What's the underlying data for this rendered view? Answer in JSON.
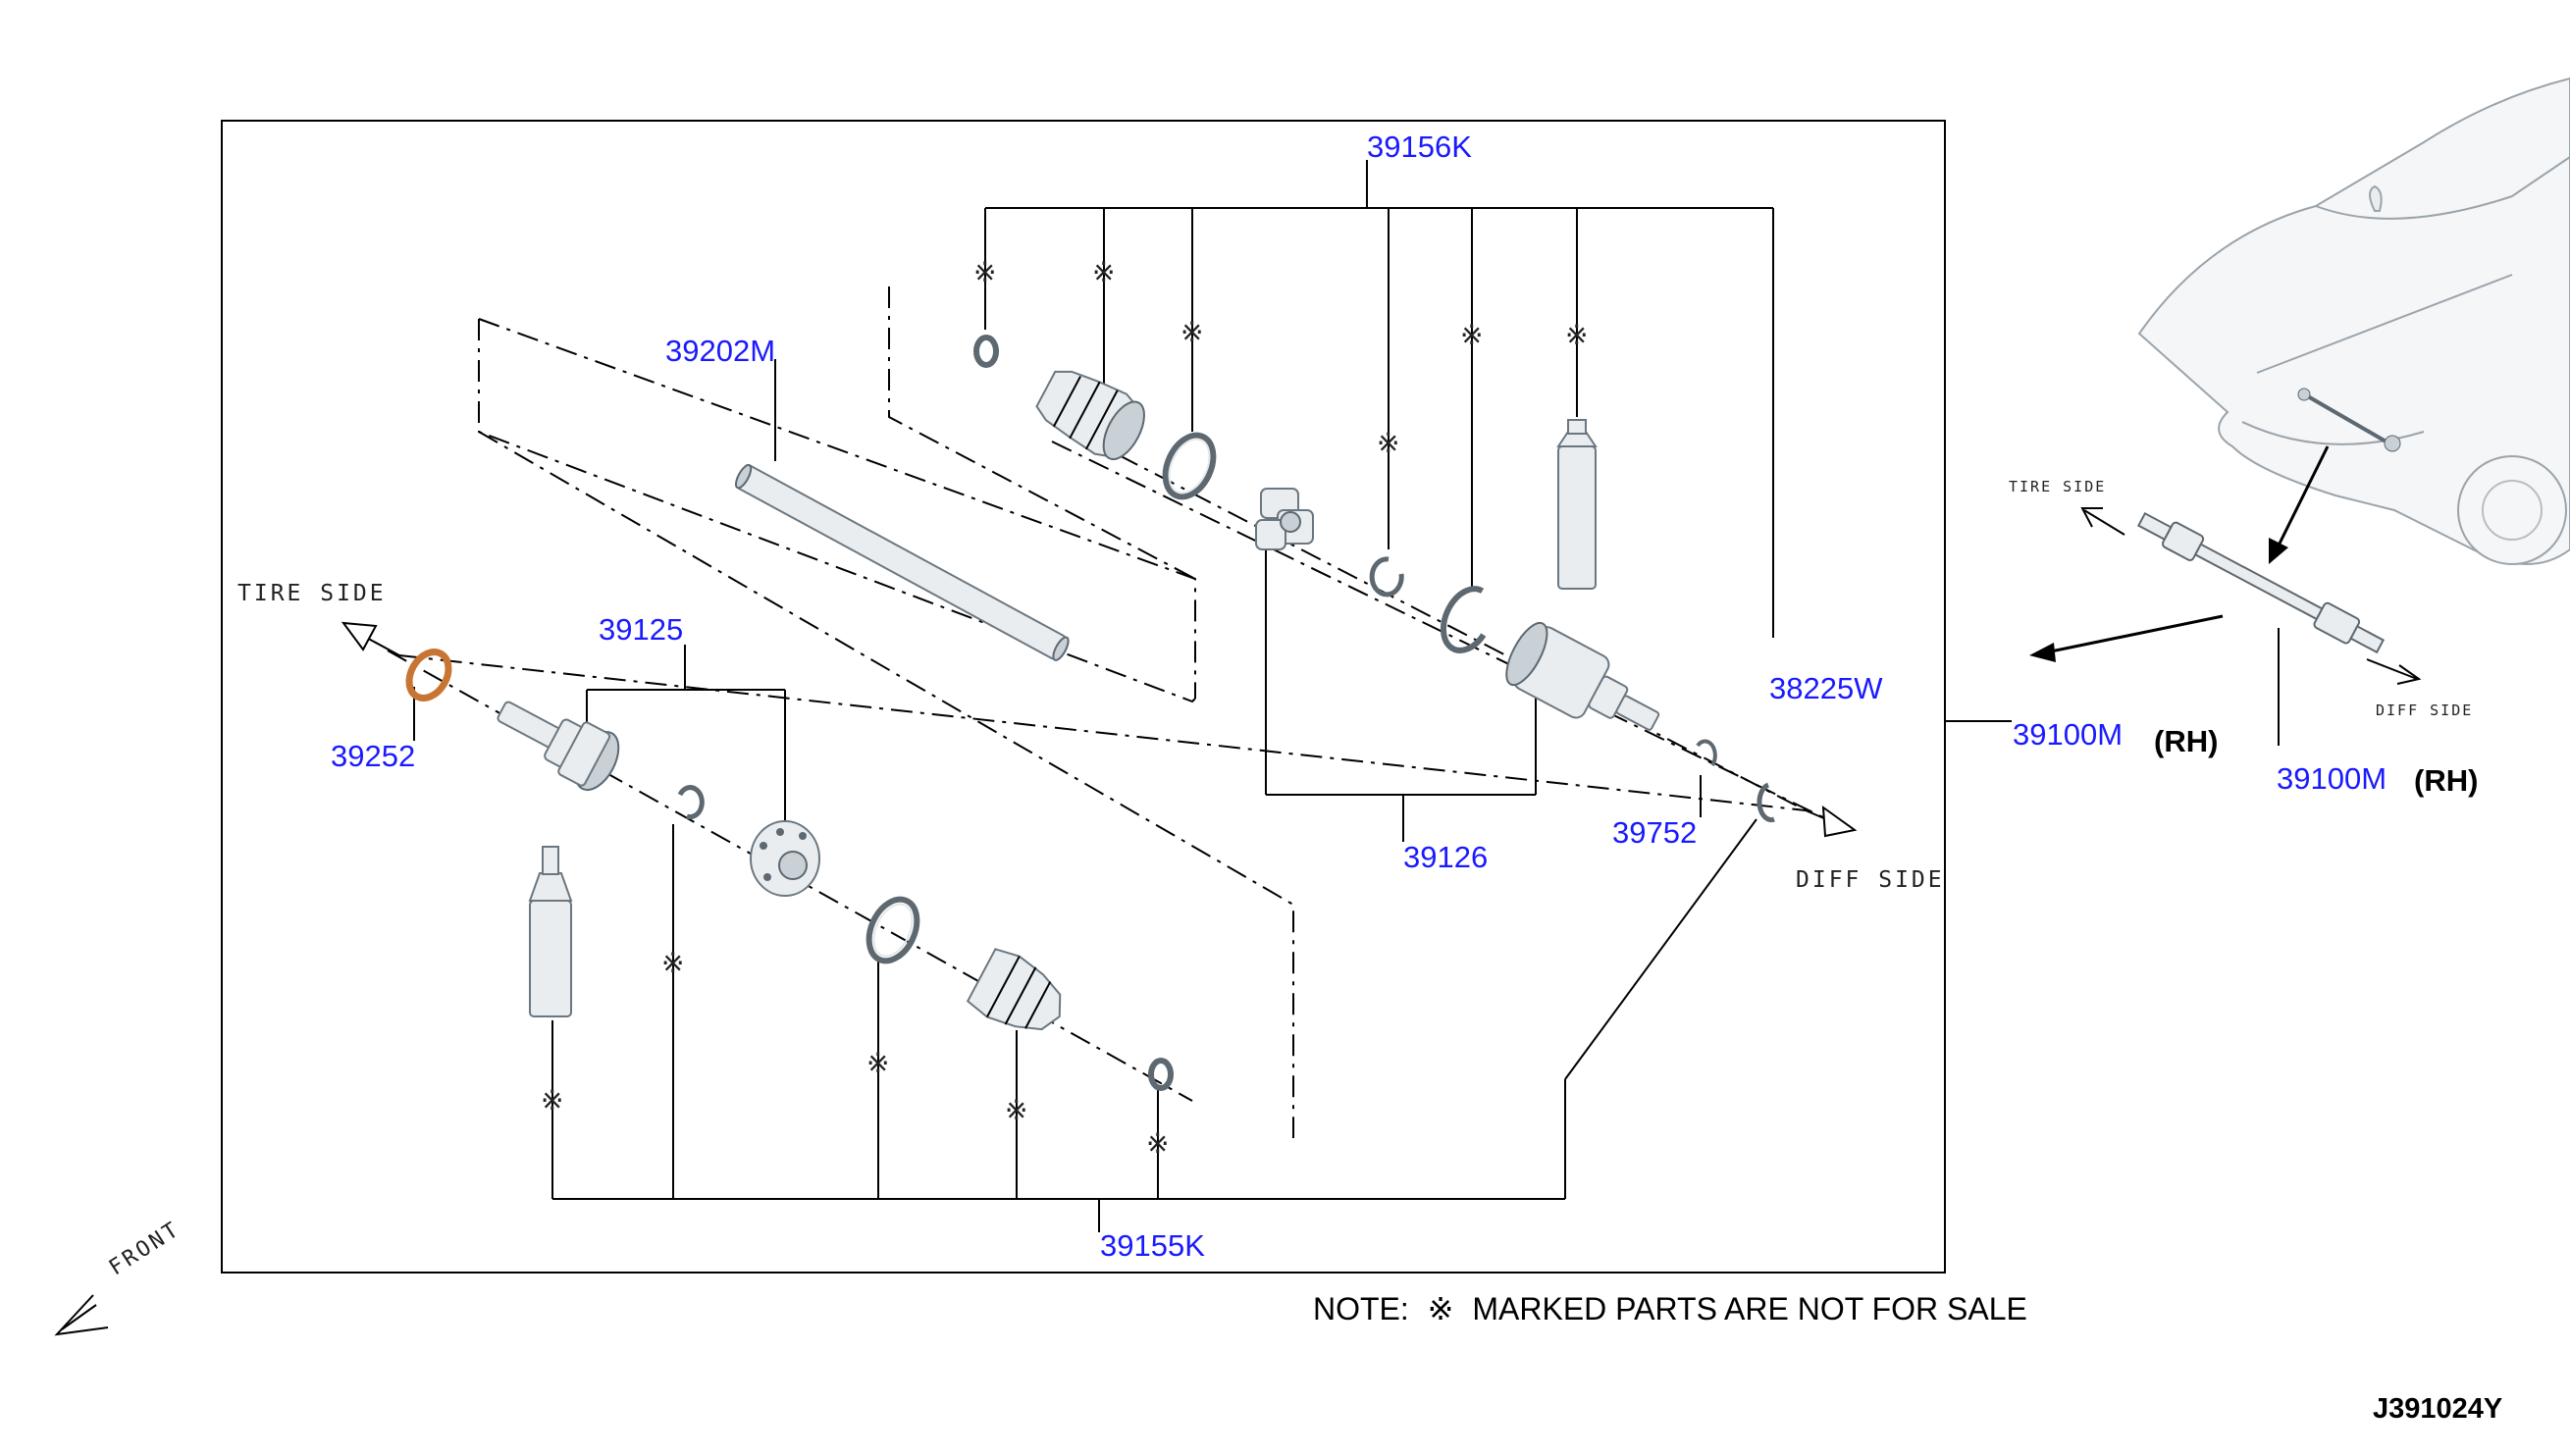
{
  "diagram_id": "J391024Y",
  "note": {
    "prefix": "NOTE:",
    "symbol": "※",
    "text": "MARKED PARTS ARE NOT FOR SALE"
  },
  "orientation": {
    "tire_side": "TIRE SIDE",
    "diff_side": "DIFF SIDE",
    "front": "FRONT"
  },
  "parts": {
    "p39156K": "39156K",
    "p39202M": "39202M",
    "p39125": "39125",
    "p39252": "39252",
    "p38225W": "38225W",
    "p39126": "39126",
    "p39752": "39752",
    "p39155K": "39155K",
    "p39100M": "39100M",
    "p39100M_overview": "39100M"
  },
  "side_label": "(RH)",
  "not_for_sale_mark": "※",
  "colors": {
    "part_number": "#1a1aff",
    "highlight_part": "#c87533",
    "part_fill": "#e9edf0"
  },
  "icons": [
    "arrow-icon",
    "car-icon",
    "shaft-icon"
  ]
}
